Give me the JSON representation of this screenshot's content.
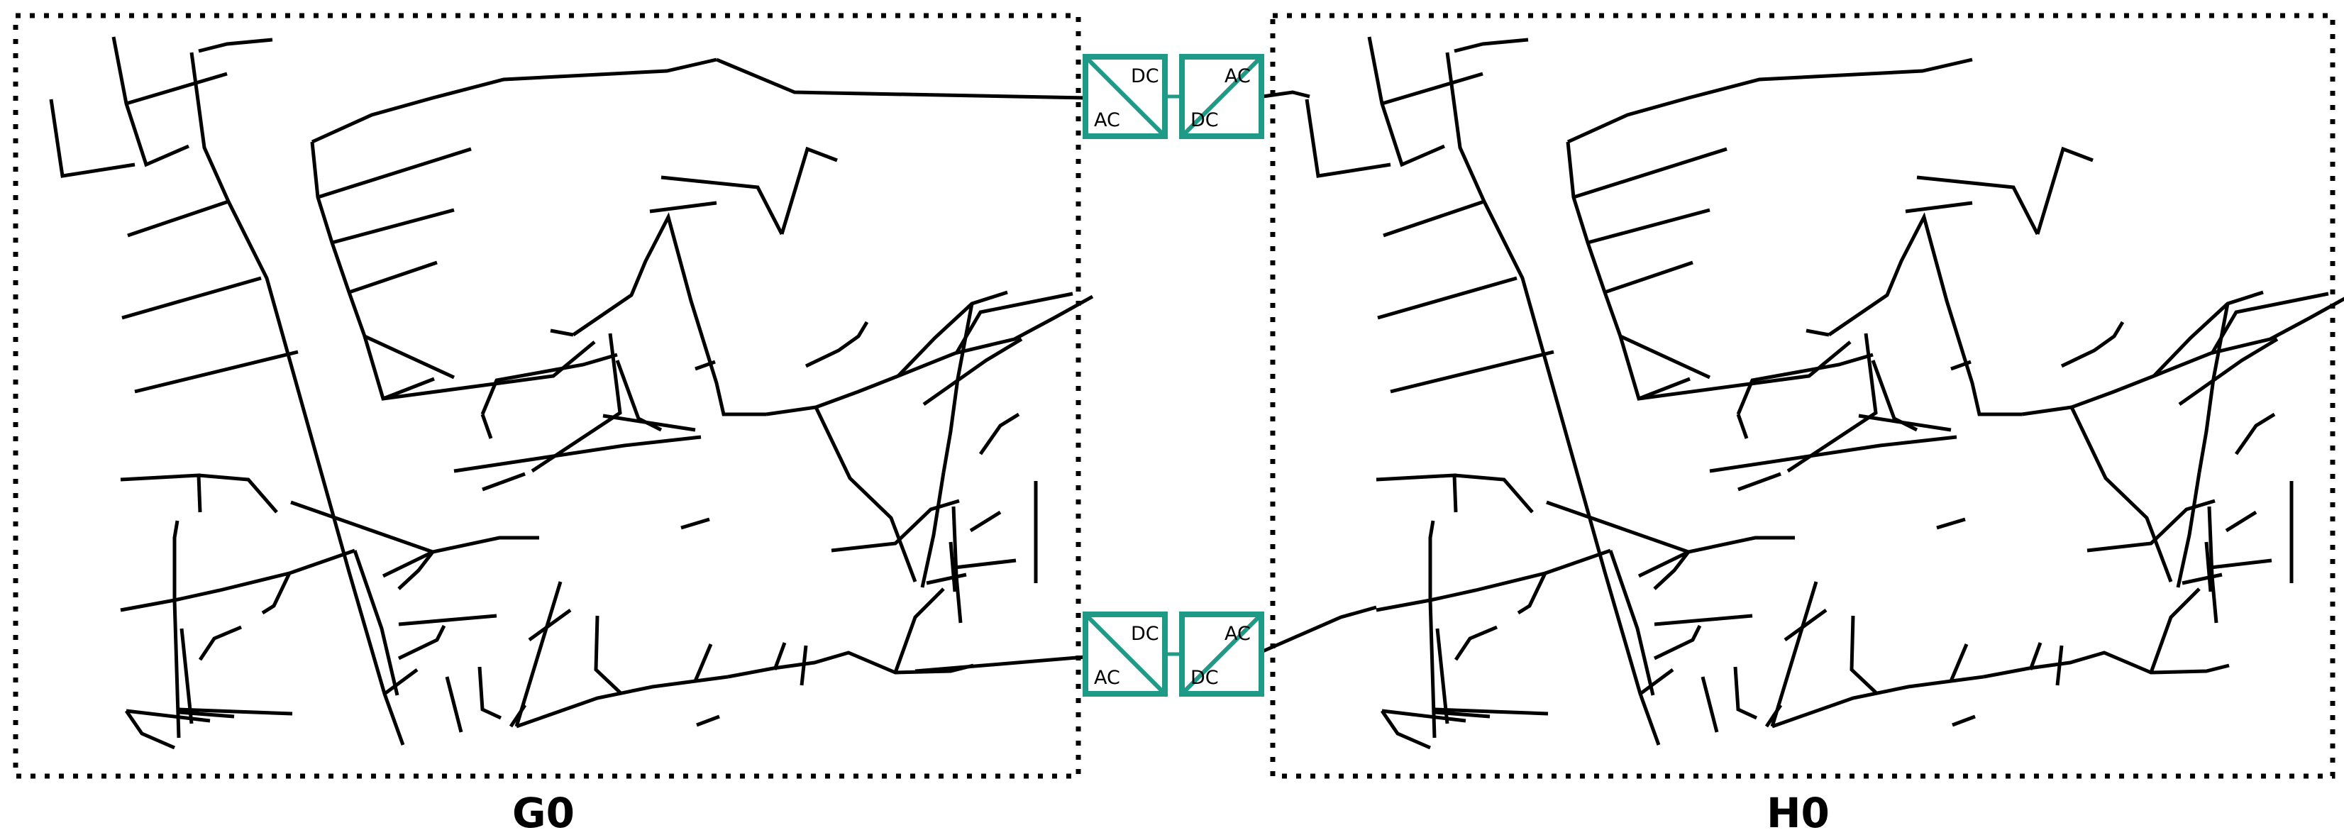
{
  "captions": {
    "left": "G0",
    "right": "H0"
  },
  "converter": {
    "dc": "DC",
    "ac": "AC"
  },
  "colors": {
    "switch_purple": "#8b1a72",
    "switch_blue": "#3a5fae",
    "converter": "#1e9a86"
  },
  "icons": [
    "bus-node",
    "switch-open-circle",
    "transformer-regulator-icon",
    "capacitor-bank-icon",
    "ac-dc-converter-icon"
  ]
}
